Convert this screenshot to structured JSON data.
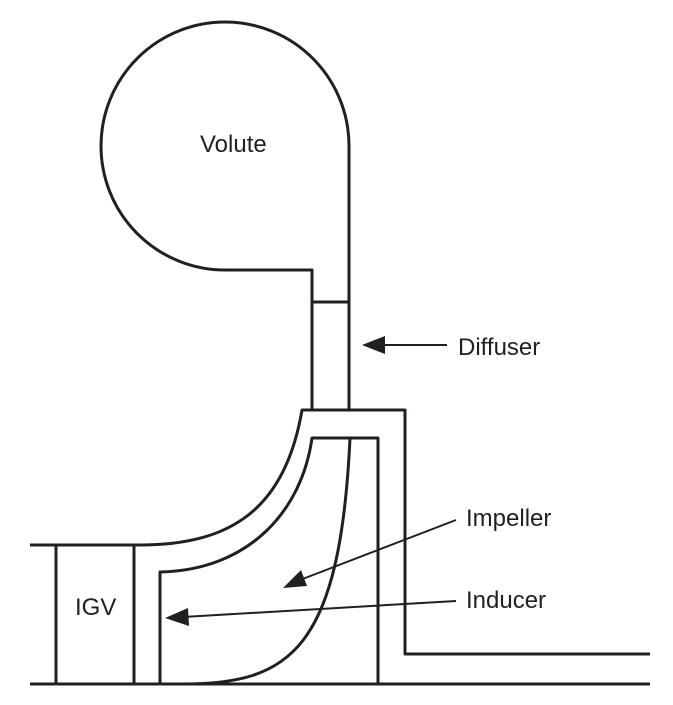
{
  "labels": {
    "volute": "Volute",
    "diffuser": "Diffuser",
    "impeller": "Impeller",
    "inducer": "Inducer",
    "igv": "IGV"
  },
  "colors": {
    "ink": "#231f20",
    "background": "#ffffff"
  }
}
